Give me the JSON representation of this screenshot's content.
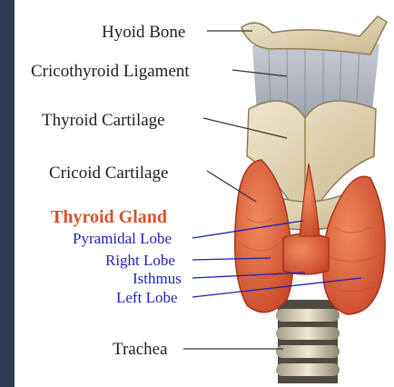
{
  "labels": {
    "hyoid_bone": "Hyoid Bone",
    "cricothyroid_ligament": "Cricothyroid Ligament",
    "thyroid_cartilage": "Thyroid Cartilage",
    "cricoid_cartilage": "Cricoid Cartilage",
    "thyroid_gland": "Thyroid Gland",
    "pyramidal_lobe": "Pyramidal Lobe",
    "right_lobe": "Right Lobe",
    "isthmus": "Isthmus",
    "left_lobe": "Left Lobe",
    "trachea": "Trachea"
  },
  "colors": {
    "frame_background": "#2e3d4f",
    "gland_title": "#d9502a",
    "gland_parts": "#1c1fb8",
    "gland_tissue": "#e0643a",
    "cartilage": "#e6dcc0"
  }
}
